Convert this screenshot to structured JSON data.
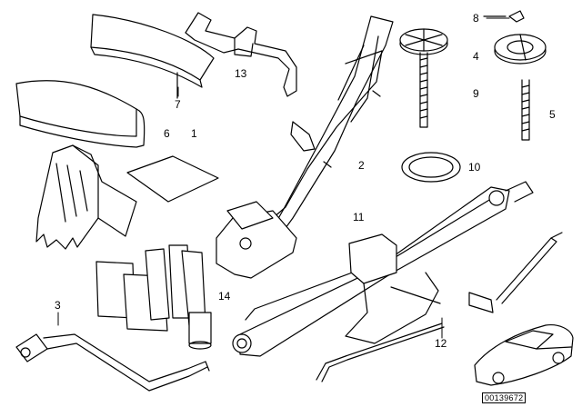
{
  "callouts": {
    "c1": "1",
    "c2": "2",
    "c3": "3",
    "c4": "4",
    "c5": "5",
    "c6": "6",
    "c7": "7",
    "c8": "8",
    "c9": "9",
    "c10": "10",
    "c11": "11",
    "c12": "12",
    "c13": "13",
    "c14": "14"
  },
  "doc_id": "00139672",
  "colors": {
    "line": "#000000",
    "fill": "#ffffff"
  }
}
